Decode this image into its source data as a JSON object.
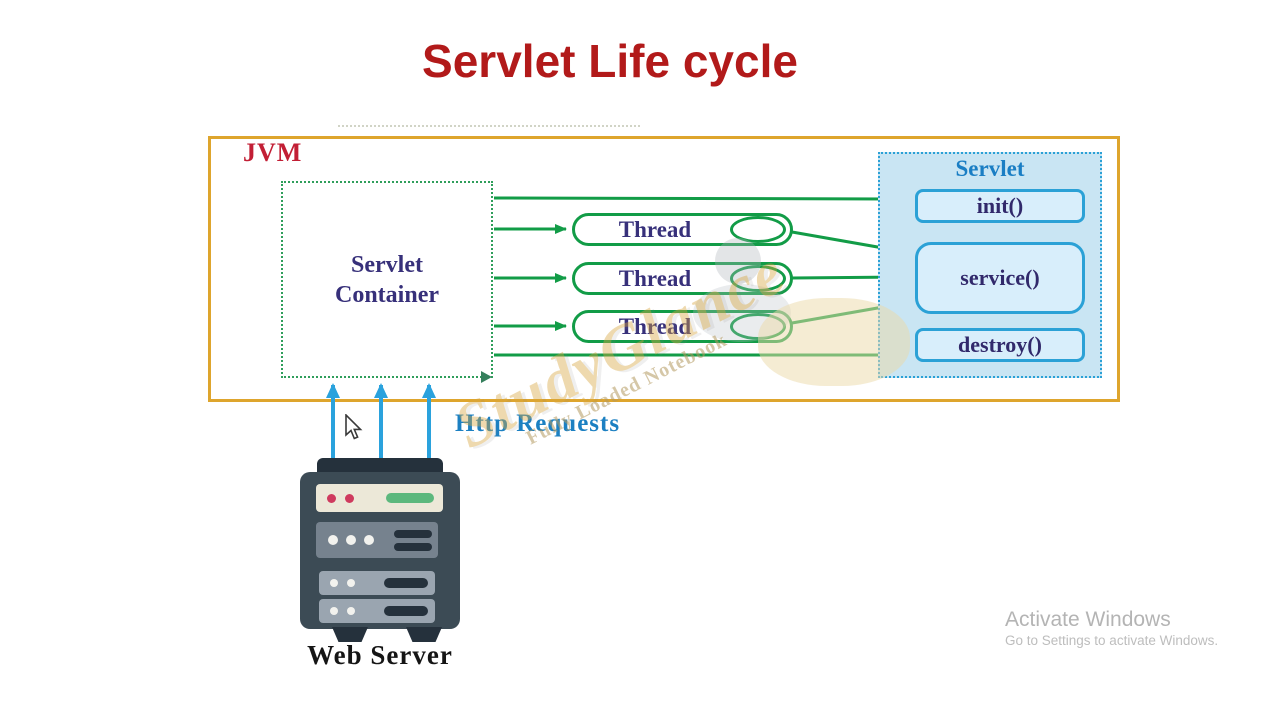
{
  "title": "Servlet Life cycle",
  "jvm": {
    "label": "JVM"
  },
  "servlet_container": {
    "line1": "Servlet",
    "line2": "Container"
  },
  "threads": [
    {
      "label": "Thread"
    },
    {
      "label": "Thread"
    },
    {
      "label": "Thread"
    }
  ],
  "servlet": {
    "title": "Servlet",
    "methods": [
      {
        "label": "init()"
      },
      {
        "label": "service()"
      },
      {
        "label": "destroy()"
      }
    ]
  },
  "labels": {
    "http_requests": "Http Requests",
    "web_server": "Web Server"
  },
  "watermark": {
    "brand": "StudyGlance",
    "tagline": "Fully Loaded Notebook"
  },
  "activation": {
    "title": "Activate Windows",
    "subtitle": "Go to Settings to activate Windows."
  },
  "colors": {
    "title_red": "#b21a1a",
    "jvm_border": "#dea52d",
    "jvm_label_red": "#c21f35",
    "green_arrow": "#129c47",
    "indigo_text": "#37307a",
    "container_border_green": "#2f9e5b",
    "servlet_bg": "#c9e5f3",
    "servlet_border_blue": "#2ba1d6",
    "method_bg": "#d8eefb",
    "servlet_title_blue": "#1a7ec4",
    "http_arrow_blue": "#2aa2dd",
    "http_label_blue": "#1c80c2",
    "watermark_gold": "#d6a63e",
    "activate_gray": "#b2b2b2"
  }
}
